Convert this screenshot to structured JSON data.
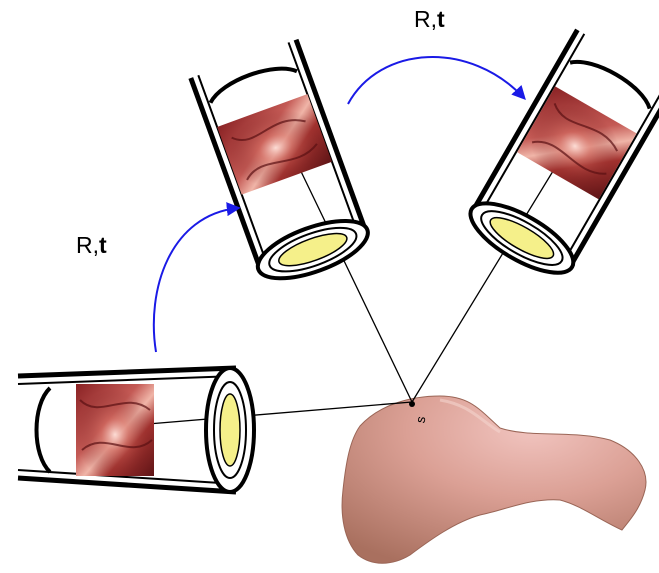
{
  "transform_label": {
    "rotation": "R",
    "separator": ",",
    "translation": "t"
  },
  "surface_point_label": "s",
  "colors": {
    "arrow": "#1a1ae6",
    "lens": "#f5f08a",
    "tissue_dark": "#7a1d1f",
    "tissue_light": "#c45a55",
    "liver_light": "#f1c4bf",
    "liver_dark": "#b77b6d",
    "outline": "#000000"
  },
  "icons": [
    "endoscope-icon",
    "liver-icon",
    "curved-arrow-icon"
  ]
}
